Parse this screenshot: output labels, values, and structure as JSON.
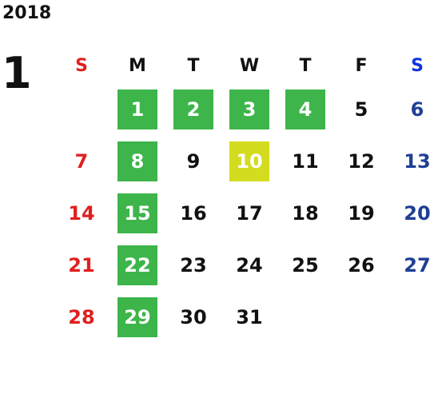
{
  "calendar": {
    "year": "2018",
    "month": "1",
    "weekdays": [
      "S",
      "M",
      "T",
      "W",
      "T",
      "F",
      "S"
    ],
    "weeks": [
      [
        "",
        "1",
        "2",
        "3",
        "4",
        "5",
        "6"
      ],
      [
        "7",
        "8",
        "9",
        "10",
        "11",
        "12",
        "13"
      ],
      [
        "14",
        "15",
        "16",
        "17",
        "18",
        "19",
        "20"
      ],
      [
        "21",
        "22",
        "23",
        "24",
        "25",
        "26",
        "27"
      ],
      [
        "28",
        "29",
        "30",
        "31",
        "",
        "",
        ""
      ]
    ],
    "highlighted_green": [
      "1",
      "2",
      "3",
      "4",
      "8",
      "15",
      "22",
      "29"
    ],
    "highlighted_yellow": [
      "10"
    ]
  },
  "colors": {
    "sunday": "#e02020",
    "saturday_header": "#1133dd",
    "saturday_dates": "#1f3f94",
    "weekday": "#111111",
    "highlight_green": "#3db54a",
    "highlight_yellow": "#d4dc1f"
  }
}
